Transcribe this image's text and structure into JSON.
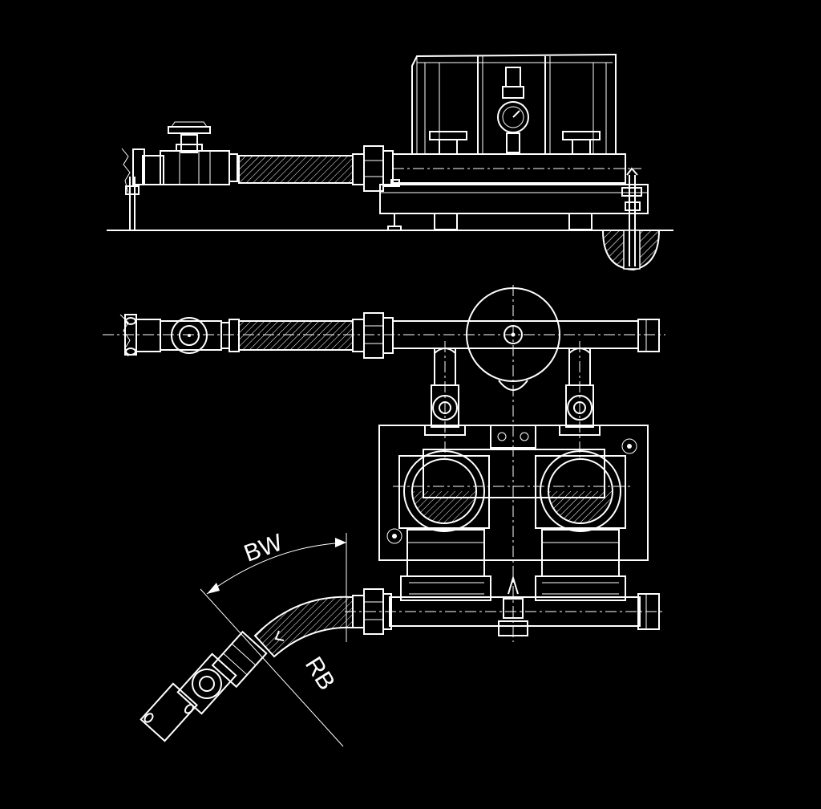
{
  "drawing": {
    "title": "",
    "dimension_labels": {
      "bend_width": "BW",
      "bend_radius": "RB"
    }
  },
  "colors": {
    "background": "#000000",
    "line": "#ffffff"
  },
  "views": [
    "side-elevation-view",
    "top-view",
    "flexible-hose-bend-detail"
  ]
}
